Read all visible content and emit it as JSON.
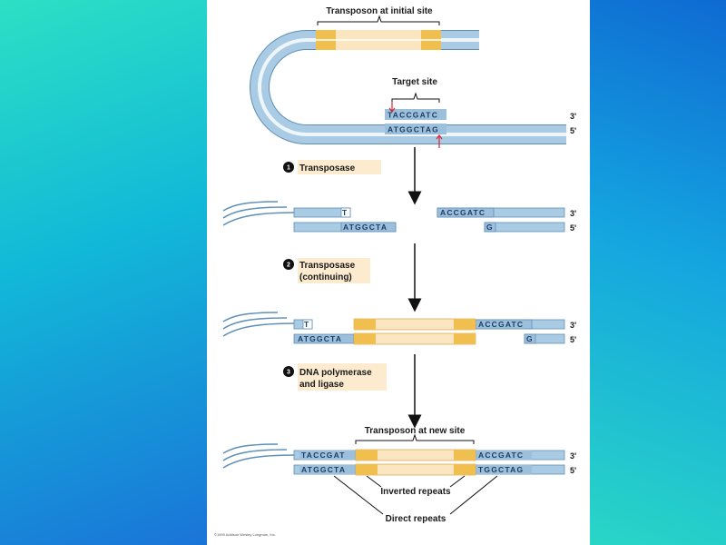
{
  "labels": {
    "transposon_initial": "Transposon at initial site",
    "target_site": "Target site",
    "transposon_new": "Transposon at new site",
    "inverted_repeats": "Inverted repeats",
    "direct_repeats": "Direct repeats",
    "copyright": "©1999 Addison Wesley Longman, Inc."
  },
  "steps": [
    {
      "num": "1",
      "line1": "Transposase",
      "line2": ""
    },
    {
      "num": "2",
      "line1": "Transposase",
      "line2": "(continuing)"
    },
    {
      "num": "3",
      "line1": "DNA polymerase",
      "line2": "and ligase"
    }
  ],
  "ends": {
    "three_prime": "3'",
    "five_prime": "5'"
  },
  "sequences": {
    "target_top": "TACCGATC",
    "target_bottom": "ATGGCTAG",
    "s1_left_top": "T",
    "s1_left_bottom": "ATGGCTA",
    "s1_right_top": "ACCGATC",
    "s1_right_bottom": "G",
    "s2_left_top": "T",
    "s2_left_bottom": "ATGGCTA",
    "s2_right_top": "ACCGATC",
    "s2_right_bottom": "G",
    "s3_left_top": "TACCGAT",
    "s3_left_bottom": "ATGGCTA",
    "s3_right_top": "ACCGATC",
    "s3_right_bottom": "TGGCTAG"
  },
  "colors": {
    "dna_strand": "#a9cbe3",
    "dna_outline": "#5f8fb8",
    "dna_inner": "#dcecf7",
    "transposon_body": "#fbe6bf",
    "repeat": "#f1bf4e",
    "step_label_bg": "#fcebcf",
    "arrow": "#111111",
    "cut_mark": "#d9243a"
  }
}
